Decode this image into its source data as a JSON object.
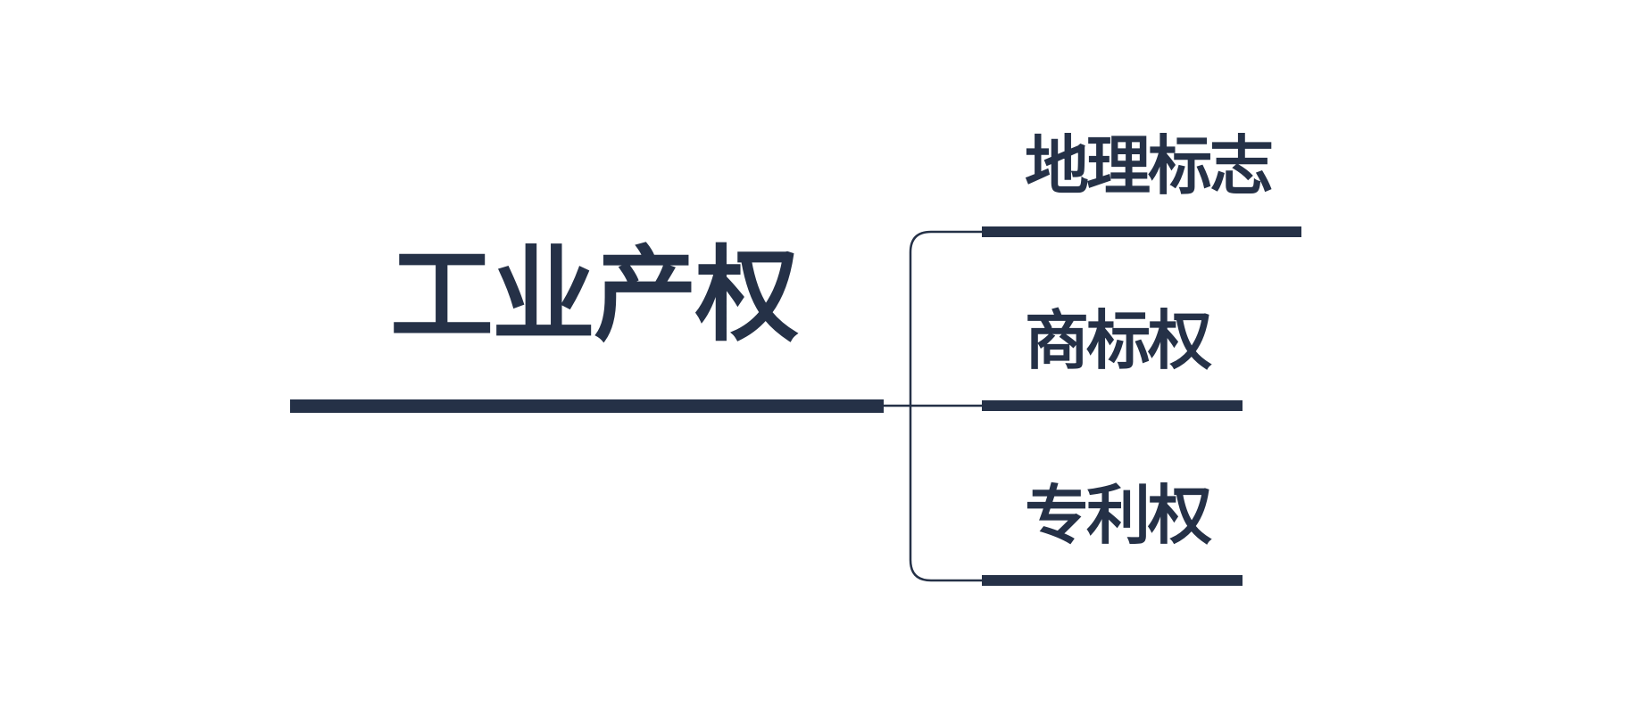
{
  "diagram": {
    "root": {
      "label": "工业产权"
    },
    "children": [
      {
        "label": "地理标志"
      },
      {
        "label": "商标权"
      },
      {
        "label": "专利权"
      }
    ]
  },
  "colors": {
    "ink": "#253147",
    "background": "#ffffff"
  }
}
